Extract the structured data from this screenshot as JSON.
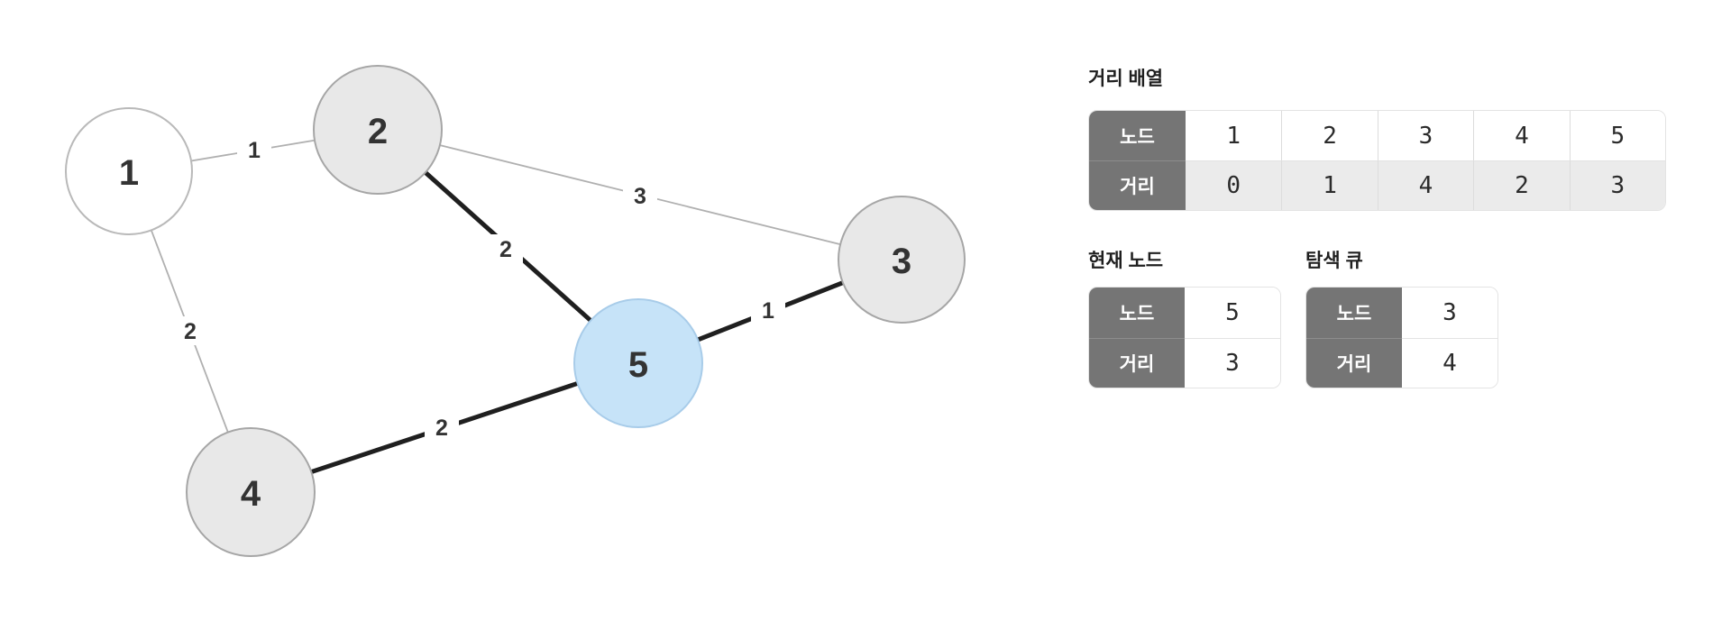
{
  "graph": {
    "nodes": [
      {
        "id": "1",
        "label": "1",
        "state": "start"
      },
      {
        "id": "2",
        "label": "2",
        "state": "visited"
      },
      {
        "id": "3",
        "label": "3",
        "state": "visited"
      },
      {
        "id": "4",
        "label": "4",
        "state": "visited"
      },
      {
        "id": "5",
        "label": "5",
        "state": "current"
      }
    ],
    "edges": [
      {
        "from": "1",
        "to": "2",
        "weight": "1",
        "highlighted": false
      },
      {
        "from": "1",
        "to": "4",
        "weight": "2",
        "highlighted": false
      },
      {
        "from": "2",
        "to": "3",
        "weight": "3",
        "highlighted": false
      },
      {
        "from": "2",
        "to": "5",
        "weight": "2",
        "highlighted": true
      },
      {
        "from": "4",
        "to": "5",
        "weight": "2",
        "highlighted": true
      },
      {
        "from": "3",
        "to": "5",
        "weight": "1",
        "highlighted": true
      }
    ],
    "colors": {
      "node_default_fill": "#e8e8e8",
      "node_default_stroke": "#a6a6a6",
      "node_start_fill": "#ffffff",
      "node_start_stroke": "#b9b9b9",
      "node_current_fill": "#c6e3f8",
      "node_current_stroke": "#a8cce9",
      "edge_default": "#b0b0b0",
      "edge_highlighted": "#1f1f1f",
      "label_text": "#333333"
    }
  },
  "panels": {
    "header_bg": "#757575",
    "row_alt_bg": "#ebebeb",
    "distance_array": {
      "title": "거리 배열",
      "node_header": "노드",
      "distance_header": "거리",
      "nodes": [
        "1",
        "2",
        "3",
        "4",
        "5"
      ],
      "distances": [
        "0",
        "1",
        "4",
        "2",
        "3"
      ]
    },
    "current_node": {
      "title": "현재 노드",
      "node_header": "노드",
      "distance_header": "거리",
      "node": "5",
      "distance": "3"
    },
    "search_queue": {
      "title": "탐색 큐",
      "node_header": "노드",
      "distance_header": "거리",
      "node": "3",
      "distance": "4"
    }
  }
}
